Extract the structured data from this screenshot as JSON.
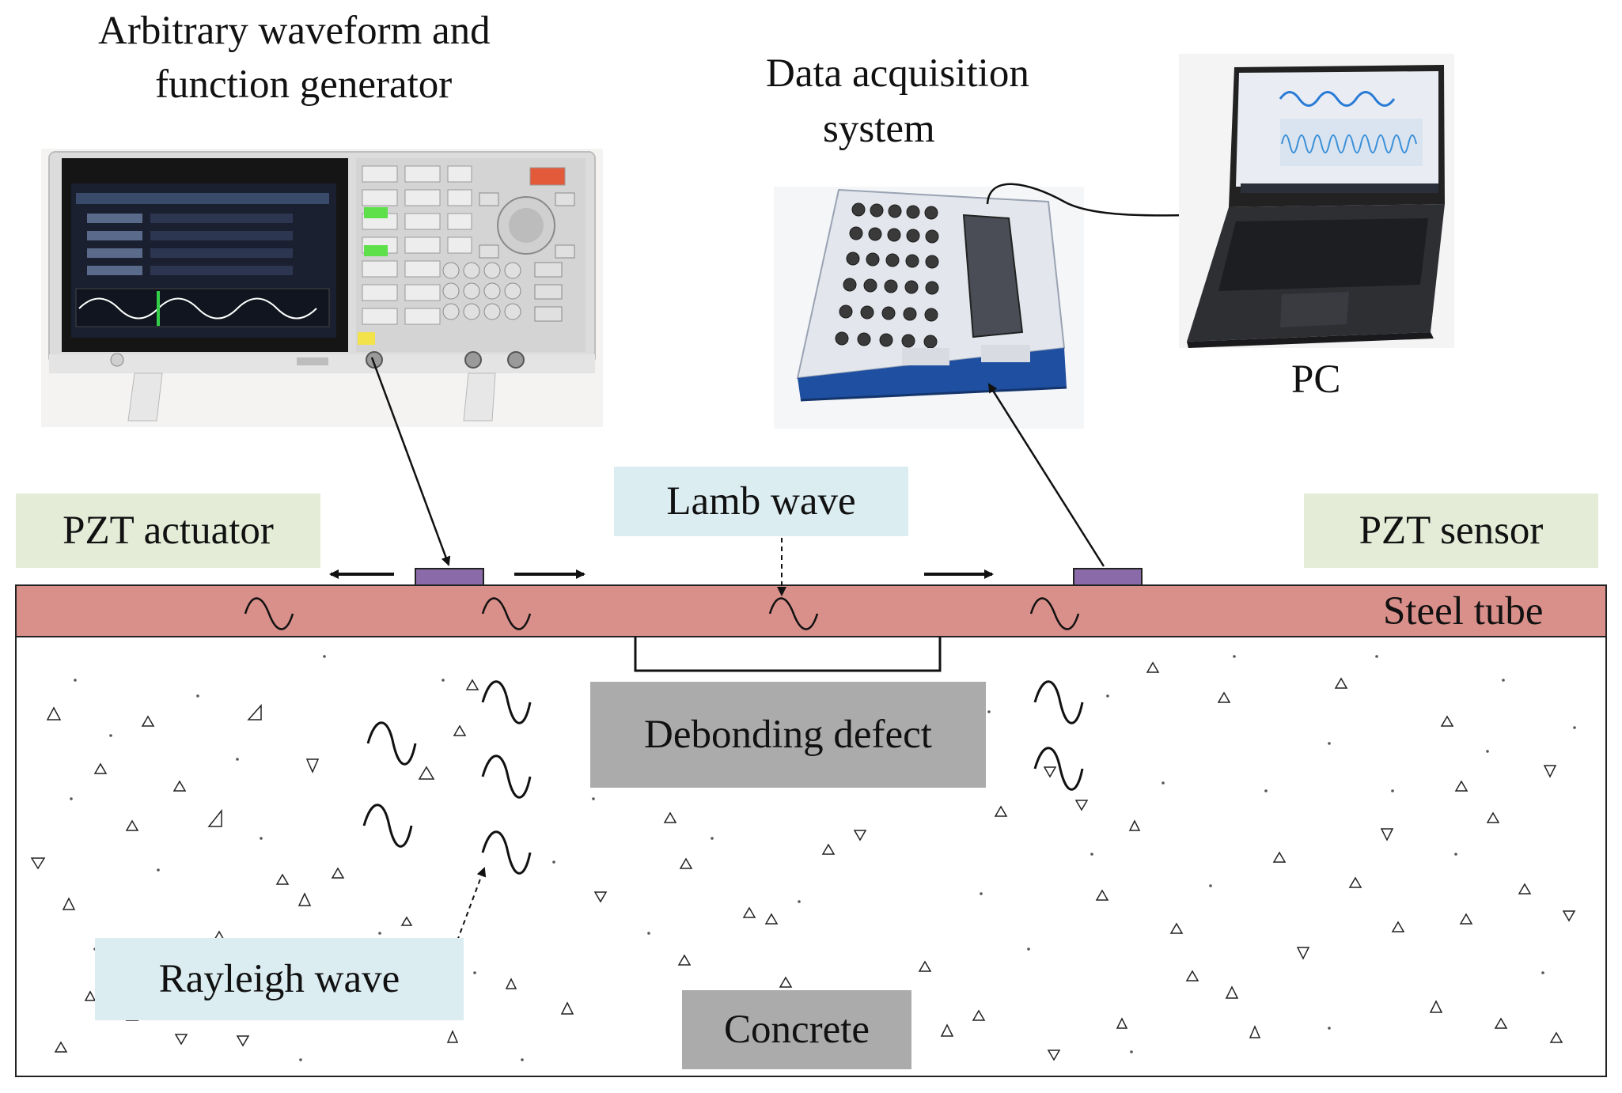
{
  "title_generator": [
    "Arbitrary waveform and",
    "function generator"
  ],
  "title_daq": [
    "Data acquisition",
    "system"
  ],
  "label_pc": "PC",
  "label_pzt_actuator": "PZT actuator",
  "label_pzt_sensor": "PZT sensor",
  "label_lamb_wave": "Lamb wave",
  "label_steel_tube": "Steel tube",
  "label_debonding_defect": "Debonding defect",
  "label_rayleigh_wave": "Rayleigh wave",
  "label_concrete": "Concrete",
  "colors": {
    "steel_tube": "#d98f8a",
    "pzt_patch": "#8a6aa8",
    "green_label_bg": "#e4ecd7",
    "blue_label_bg": "#dcedf2",
    "gray_label_bg": "#ababab"
  }
}
